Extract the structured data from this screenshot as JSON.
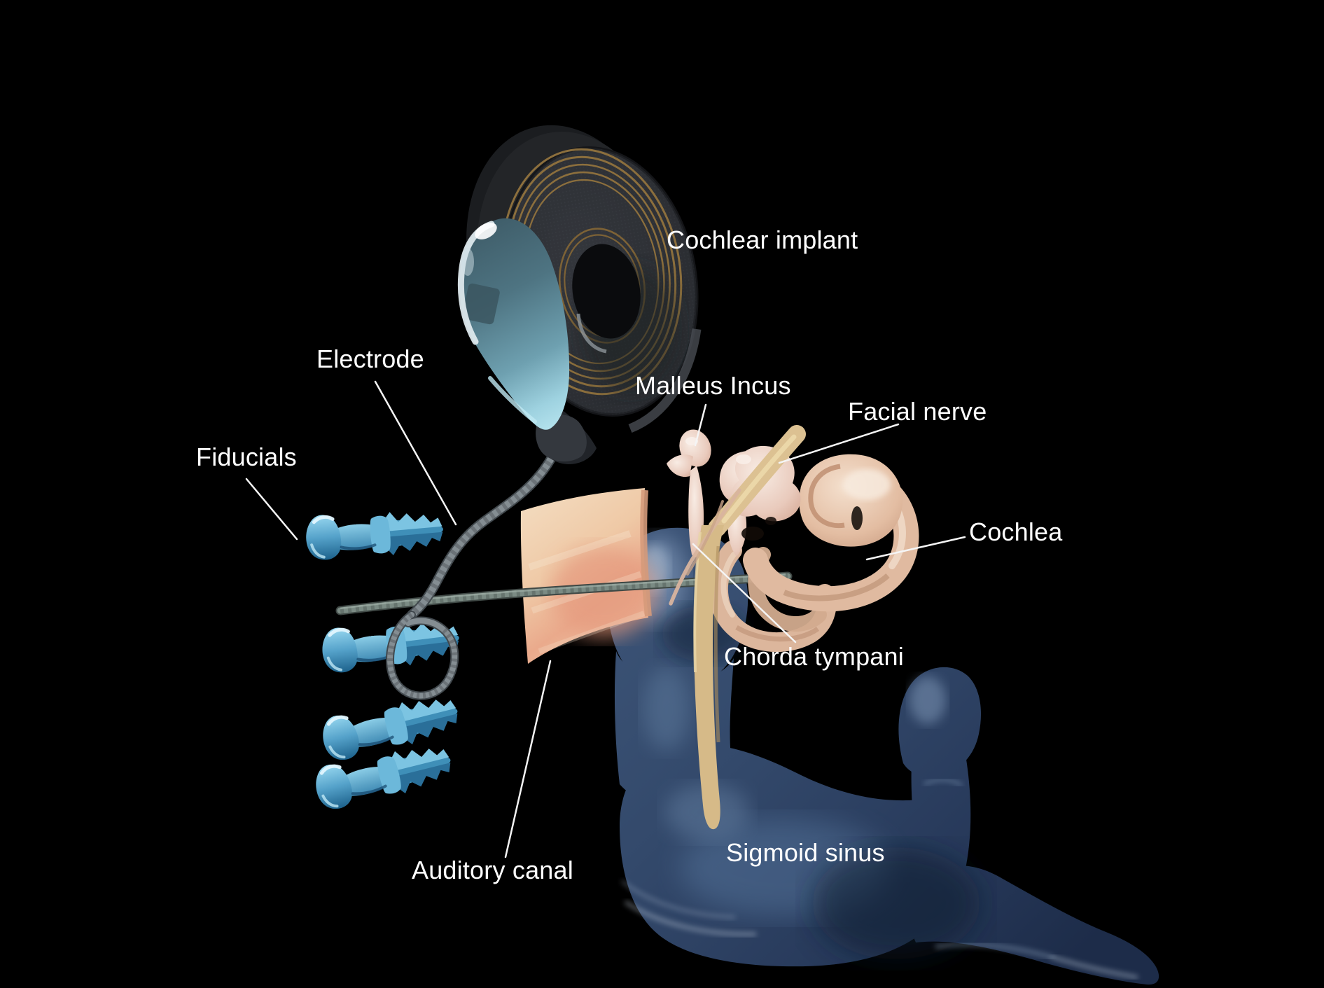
{
  "figure": {
    "type": "3D medical illustration of cochlear implant surgery anatomy",
    "background": "#000000",
    "text_color": "#ffffff"
  },
  "labels": {
    "cochlear_implant": "Cochlear implant",
    "electrode": "Electrode",
    "fiducials": "Fiducials",
    "malleus_incus": "Malleus Incus",
    "facial_nerve": "Facial nerve",
    "cochlea": "Cochlea",
    "chorda_tympani": "Chorda tympani",
    "auditory_canal": "Auditory canal",
    "sigmoid_sinus": "Sigmoid sinus"
  },
  "colors": {
    "implant_coil_dark": "#2b2e33",
    "implant_coil_rings_gold": "#8c6f3d",
    "receiver_teal": "#5b8494",
    "fiducial_screw_blue": "#5cb0d8",
    "electrode_cable_gray": "#76867f",
    "auditory_canal_peach": "#eec7a6",
    "ossicle_pink": "#ecd2c6",
    "cochlea_tan": "#e2bda4",
    "facial_nerve_khaki": "#d6ba88",
    "sigmoid_sinus_blue": "#31486a",
    "leader_line": "#f5f5f5"
  }
}
